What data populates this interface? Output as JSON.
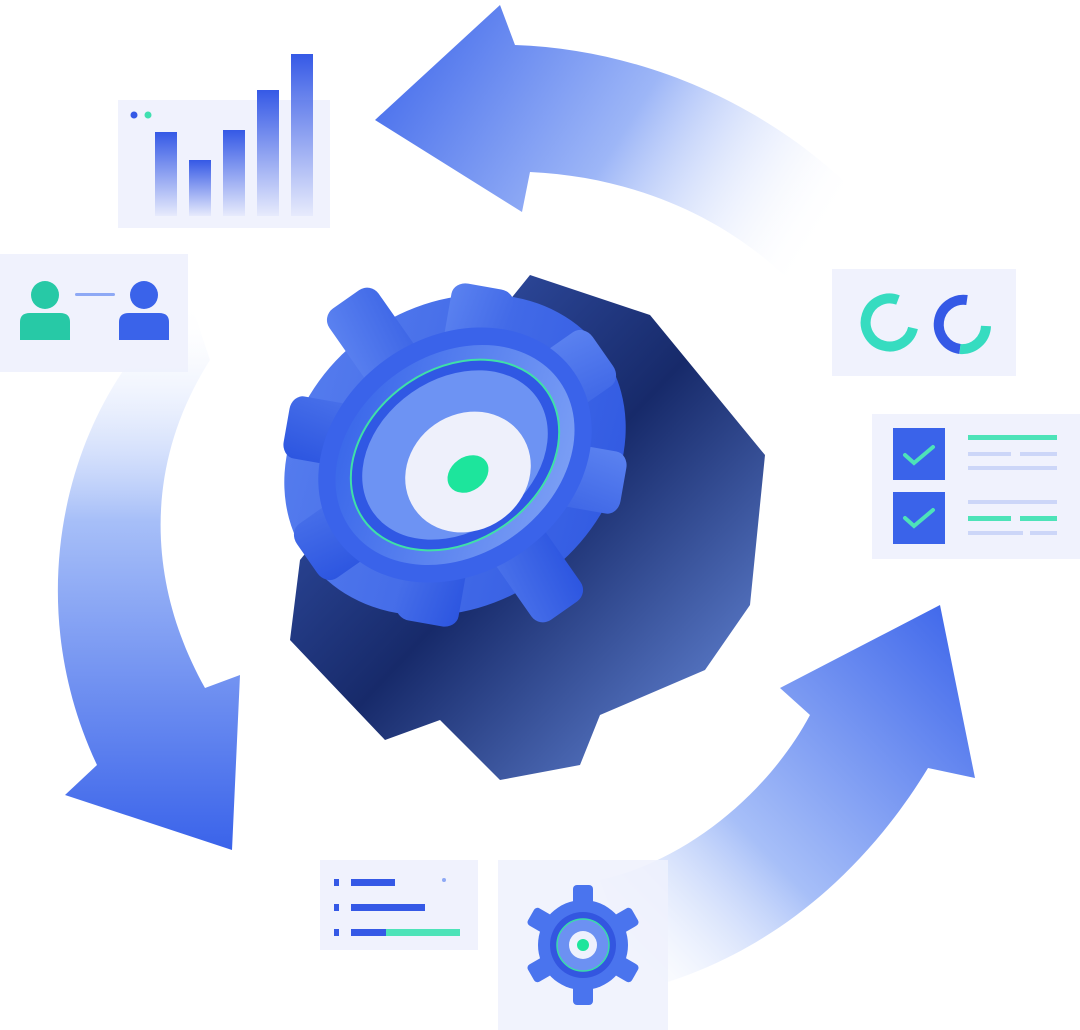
{
  "colors": {
    "primary_blue": "#2f5ee8",
    "light_blue": "#7fa3f5",
    "dark_navy": "#1a2a66",
    "accent_green": "#27e6a0",
    "card_bg": "#eef1fd"
  },
  "icons": [
    "cycle-arrows",
    "gear",
    "bar-chart-card",
    "users-card",
    "donut-progress-card",
    "checklist-card",
    "list-progress-card",
    "small-gear-card"
  ]
}
